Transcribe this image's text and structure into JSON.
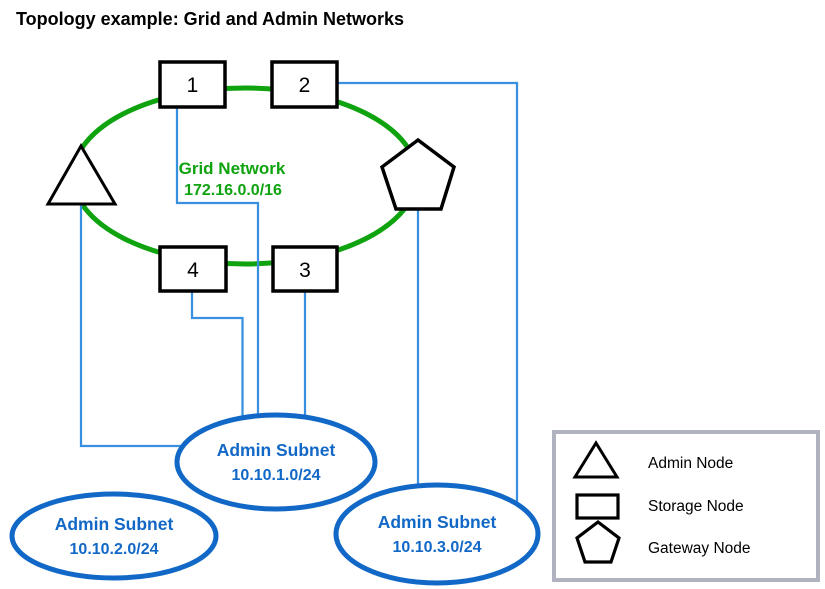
{
  "title": "Topology example: Grid and Admin Networks",
  "grid_network": {
    "name": "Grid Network",
    "cidr": "172.16.0.0/16"
  },
  "storage_nodes": [
    "1",
    "2",
    "3",
    "4"
  ],
  "admin_subnets": [
    {
      "name": "Admin Subnet",
      "cidr": "10.10.1.0/24"
    },
    {
      "name": "Admin Subnet",
      "cidr": "10.10.2.0/24"
    },
    {
      "name": "Admin Subnet",
      "cidr": "10.10.3.0/24"
    }
  ],
  "connections": [
    "storage-node-1 to admin-subnet-1",
    "storage-node-4 to admin-subnet-1",
    "storage-node-3 to admin-subnet-1",
    "admin-node to admin-subnet-1",
    "storage-node-2 to admin-subnet-3",
    "gateway-node to admin-subnet-3"
  ],
  "legend": {
    "items": [
      {
        "icon": "triangle-icon",
        "label": "Admin Node"
      },
      {
        "icon": "square-icon",
        "label": "Storage Node"
      },
      {
        "icon": "pentagon-icon",
        "label": "Gateway Node"
      }
    ]
  },
  "colors": {
    "grid_green": "#0fa30f",
    "connection_blue": "#3990e0",
    "subnet_blue": "#1268c6",
    "node_black": "#000000",
    "legend_border": "#b0b3bf",
    "background": "#ffffff"
  }
}
